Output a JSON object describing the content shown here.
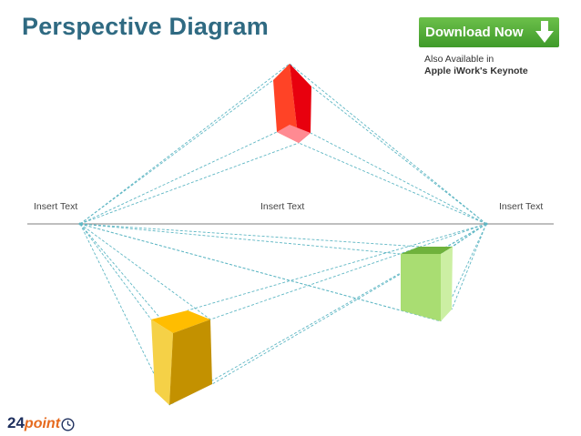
{
  "title": "Perspective Diagram",
  "download": {
    "label": "Download Now",
    "icon": "download-arrow-icon"
  },
  "availability": {
    "line1": "Also Available in",
    "line2": "Apple iWork's Keynote"
  },
  "horizon_labels": {
    "left": "Insert Text",
    "center": "Insert Text",
    "right": "Insert Text"
  },
  "boxes": [
    {
      "name": "red-box",
      "colors": {
        "front": "#ff4326",
        "side": "#e8000e",
        "top": "#ff6a55",
        "bottom": "#ff8a92"
      }
    },
    {
      "name": "yellow-box",
      "colors": {
        "front": "#c39100",
        "side": "#f5d147",
        "top": "#ffbd00"
      }
    },
    {
      "name": "green-box",
      "colors": {
        "front": "#a9dd72",
        "side": "#ccefa3",
        "top": "#6fb23c"
      }
    }
  ],
  "colors": {
    "title": "#2f6a82",
    "button": "#4aa534",
    "guide_lines": "#5fb7c4",
    "horizon": "#999999"
  },
  "logo": {
    "number": "24",
    "word": "point",
    "icon": "clock-icon"
  }
}
